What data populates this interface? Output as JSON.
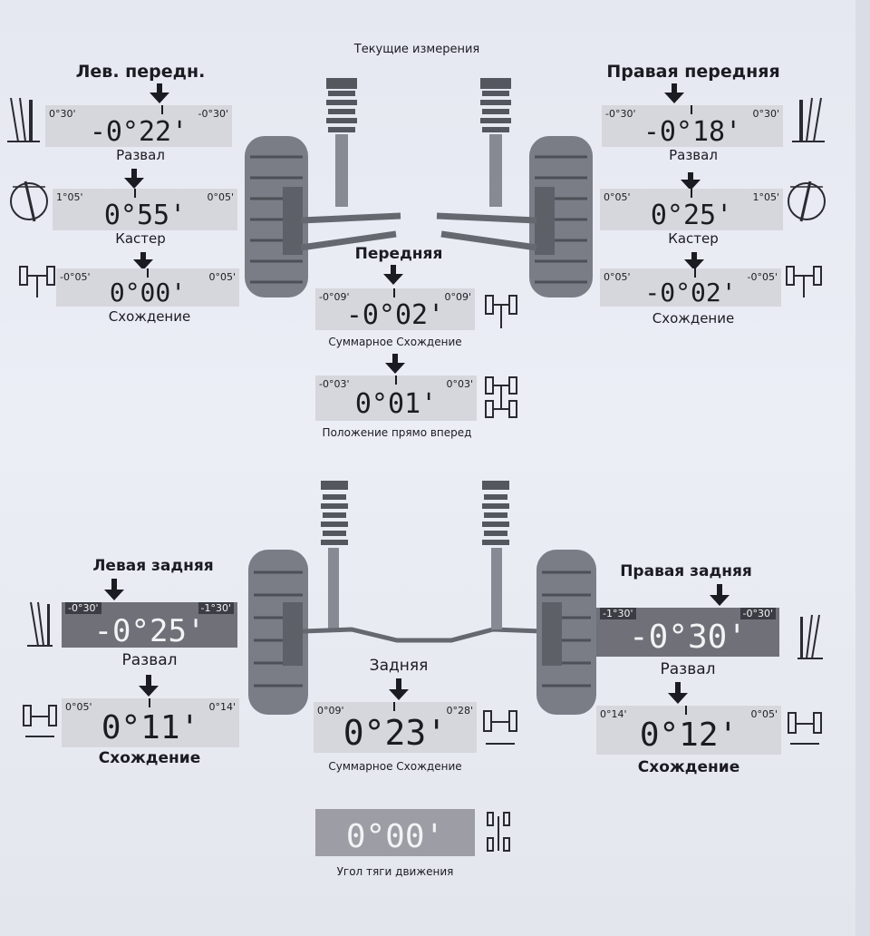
{
  "header": {
    "title": "Текущие измерения"
  },
  "front_left": {
    "title": "Лев. передн.",
    "camber": {
      "value": "-0°22'",
      "min": "0°30'",
      "max": "-0°30'",
      "label": "Развал"
    },
    "caster": {
      "value": "0°55'",
      "min": "1°05'",
      "max": "0°05'",
      "label": "Кастер"
    },
    "toe": {
      "value": "0°00'",
      "min": "-0°05'",
      "max": "0°05'",
      "label": "Схождение"
    }
  },
  "front_right": {
    "title": "Правая передняя",
    "camber": {
      "value": "-0°18'",
      "min": "-0°30'",
      "max": "0°30'",
      "label": "Развал"
    },
    "caster": {
      "value": "0°25'",
      "min": "0°05'",
      "max": "1°05'",
      "label": "Кастер"
    },
    "toe": {
      "value": "-0°02'",
      "min": "0°05'",
      "max": "-0°05'",
      "label": "Схождение"
    }
  },
  "front_axle": {
    "title": "Передняя",
    "total_toe": {
      "value": "-0°02'",
      "min": "-0°09'",
      "max": "0°09'",
      "label": "Суммарное Схождение"
    },
    "straight_ahead": {
      "value": "0°01'",
      "min": "-0°03'",
      "max": "0°03'",
      "label": "Положение прямо вперед"
    }
  },
  "rear_left": {
    "title": "Левая задняя",
    "camber": {
      "value": "-0°25'",
      "min": "-0°30'",
      "max": "-1°30'",
      "label": "Развал"
    },
    "toe": {
      "value": "0°11'",
      "min": "0°05'",
      "max": "0°14'",
      "label": "Схождение"
    }
  },
  "rear_right": {
    "title": "Правая задняя",
    "camber": {
      "value": "-0°30'",
      "min": "-1°30'",
      "max": "-0°30'",
      "label": "Развал"
    },
    "toe": {
      "value": "0°12'",
      "min": "0°14'",
      "max": "0°05'",
      "label": "Схождение"
    }
  },
  "rear_axle": {
    "title": "Задняя",
    "total_toe": {
      "value": "0°23'",
      "min": "0°09'",
      "max": "0°28'",
      "label": "Суммарное Схождение"
    },
    "thrust": {
      "value": "0°00'",
      "label": "Угол тяги движения"
    }
  }
}
